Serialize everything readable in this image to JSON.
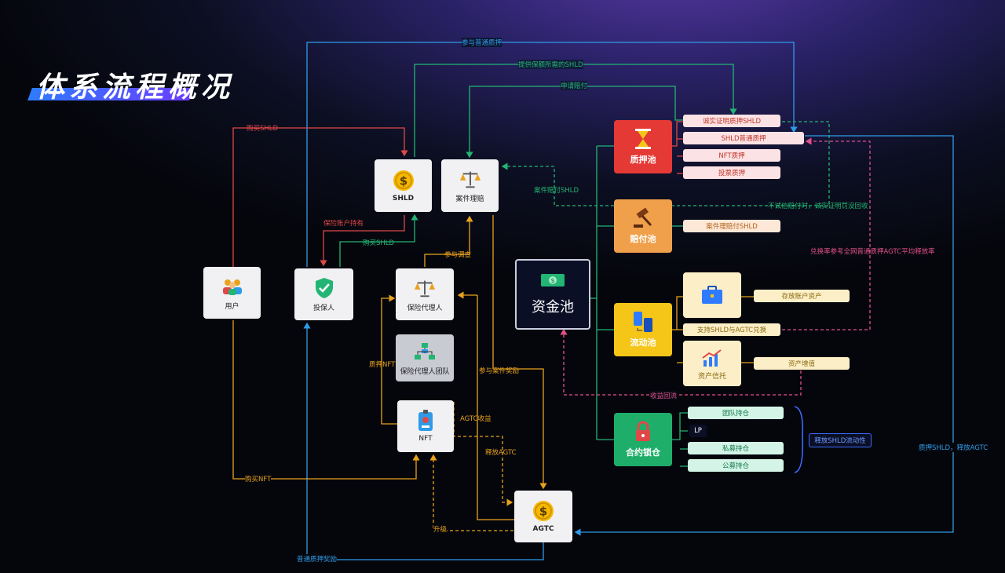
{
  "title": "体系流程概况",
  "nodes": {
    "user": "用户",
    "insured": "投保人",
    "shld": "SHLD",
    "case_claim": "案件理赔",
    "agent": "保险代理人",
    "agent_team": "保险代理人团队",
    "nft": "NFT",
    "agtc": "AGTC",
    "fund_pool": "资金池",
    "pledge_pool": "质押池",
    "payout_pool": "赔付池",
    "liquidity_pool": "流动池",
    "contract_lock": "合约锁仓",
    "deposit_box": "",
    "asset_trust": "资产信托"
  },
  "pills": {
    "honest_proof": "诚实证明质押SHLD",
    "shld_normal": "SHLD普通质押",
    "nft_pledge": "NFT质押",
    "vote_pledge": "投票质押",
    "case_payout": "案件理赔付SHLD",
    "deposit_assets": "存放账户资产",
    "swap": "支持SHLD与AGTC兑换",
    "asset_growth": "资产增值",
    "team_hold": "团队持仓",
    "lp": "LP",
    "private_hold": "私募持仓",
    "public_hold": "公募持仓",
    "release_liquidity": "释放SHLD流动性"
  },
  "edges": {
    "join_normal": "参与普通质押",
    "provide_shld": "提供保额所需的SHLD",
    "claim_apply": "申请赔付",
    "buy_shld_user": "购买SHLD",
    "case_pay_shld": "案件赔付SHLD",
    "dishonest": "不诚信赔付时，诚实证明罚没回收",
    "account_hold": "保险账户持有",
    "buy_shld_insured": "购买SHLD",
    "join_investigation": "参与调查",
    "exchange_rate": "兑换率参考全网普通质押AGTC平均释放率",
    "pledge_nft": "质押NFT",
    "case_reward": "参与案件奖励",
    "yield_return": "收益回流",
    "agtc_income": "AGTC收益",
    "release_agtc": "释放AGTC",
    "buy_nft": "购买NFT",
    "upgrade": "升级",
    "normal_reward": "普通质押奖励",
    "pledge_shld_release": "质押SHLD，释放AGTC"
  },
  "colors": {
    "blue": "#2f9be8",
    "green": "#22b573",
    "red": "#e04848",
    "orange": "#e8a21c",
    "pink": "#e0508a",
    "pledge": "#e53935",
    "payout": "#f0a04b",
    "liquidity": "#f5c518",
    "lock": "#1fae6a"
  }
}
